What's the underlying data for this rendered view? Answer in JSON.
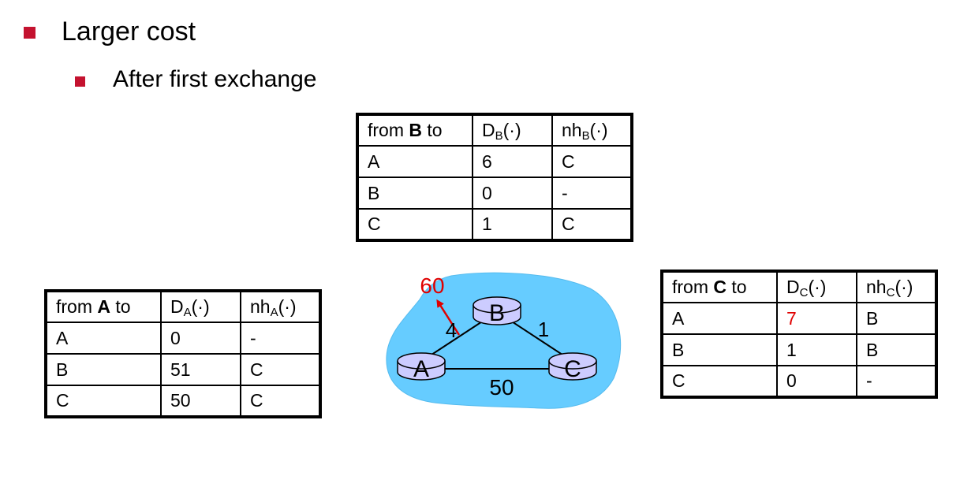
{
  "bullets": {
    "level1": "Larger cost",
    "level2": "After first exchange"
  },
  "tables": {
    "b": {
      "header": {
        "from_prefix": "from ",
        "node": "B",
        "from_suffix": " to",
        "d_label": "D",
        "d_sub": "B",
        "d_suffix": "(·)",
        "nh_label": "nh",
        "nh_sub": "B",
        "nh_suffix": "(·)"
      },
      "rows": [
        {
          "dest": "A",
          "cost": "6",
          "next_hop": "C"
        },
        {
          "dest": "B",
          "cost": "0",
          "next_hop": "-"
        },
        {
          "dest": "C",
          "cost": "1",
          "next_hop": "C"
        }
      ]
    },
    "a": {
      "header": {
        "from_prefix": "from ",
        "node": "A",
        "from_suffix": " to",
        "d_label": "D",
        "d_sub": "A",
        "d_suffix": "(·)",
        "nh_label": "nh",
        "nh_sub": "A",
        "nh_suffix": "(·)"
      },
      "rows": [
        {
          "dest": "A",
          "cost": "0",
          "next_hop": "-"
        },
        {
          "dest": "B",
          "cost": "51",
          "next_hop": "C"
        },
        {
          "dest": "C",
          "cost": "50",
          "next_hop": "C"
        }
      ]
    },
    "c": {
      "header": {
        "from_prefix": "from ",
        "node": "C",
        "from_suffix": " to",
        "d_label": "D",
        "d_sub": "C",
        "d_suffix": "(·)",
        "nh_label": "nh",
        "nh_sub": "C",
        "nh_suffix": "(·)"
      },
      "rows": [
        {
          "dest": "A",
          "cost": "7",
          "next_hop": "B"
        },
        {
          "dest": "B",
          "cost": "1",
          "next_hop": "B"
        },
        {
          "dest": "C",
          "cost": "0",
          "next_hop": "-"
        }
      ]
    }
  },
  "network": {
    "nodes": {
      "a": "A",
      "b": "B",
      "c": "C"
    },
    "links": {
      "ab_old": "4",
      "ab_new": "60",
      "bc": "1",
      "ac": "50"
    }
  },
  "colors": {
    "bullet": "#c4122f",
    "highlight": "#e00000",
    "cloud": "#66ccff",
    "router": "#ccccff"
  }
}
